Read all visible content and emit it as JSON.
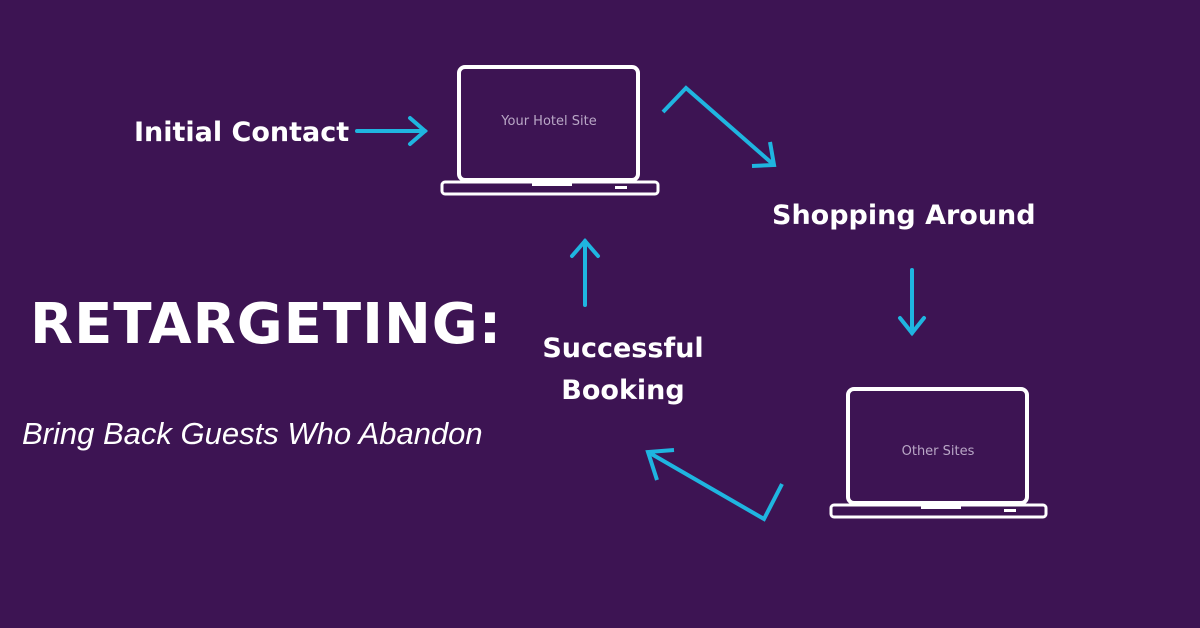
{
  "nodes": {
    "initial_contact": "Initial Contact",
    "shopping_around": "Shopping Around",
    "successful_booking_line1": "Successful",
    "successful_booking_line2": "Booking",
    "hotel_site": "Your Hotel Site",
    "other_sites": "Other Sites"
  },
  "heading": {
    "title": "RETARGETING:",
    "subtitle": "Bring Back Guests Who Abandon"
  },
  "colors": {
    "background": "#3d1453",
    "arrow": "#1fb5e0",
    "laptop": "#ffffff",
    "text": "#ffffff"
  },
  "icons": {
    "laptop": "laptop-icon",
    "arrow": "arrow-icon"
  }
}
